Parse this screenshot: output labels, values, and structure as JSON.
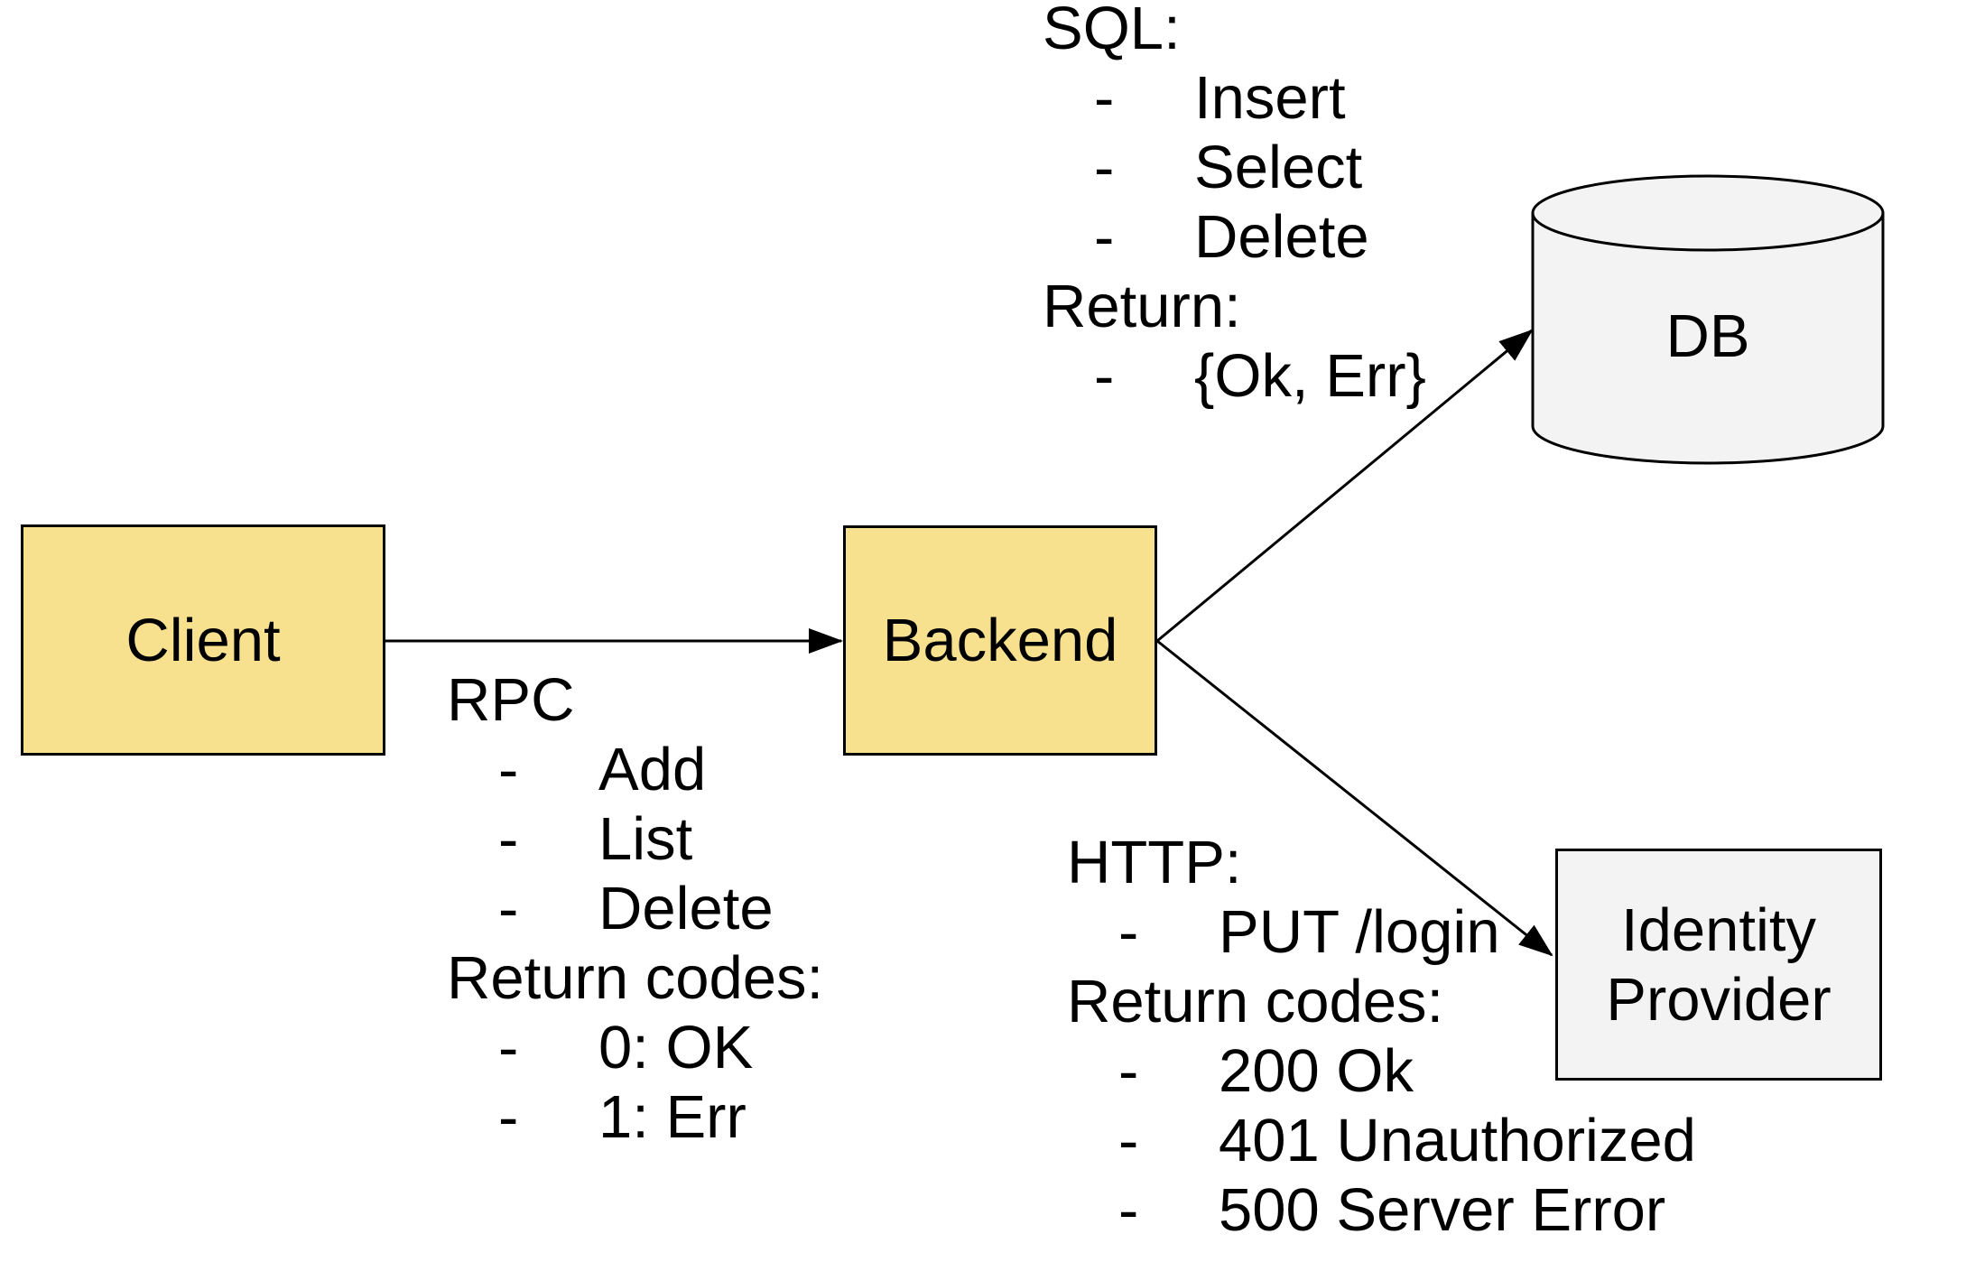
{
  "colors": {
    "background": "#ffffff",
    "node_yellow": "#F7E08E",
    "node_gray": "#F3F3F3",
    "stroke": "#000000",
    "text": "#000000"
  },
  "bullet_glyph": "-",
  "nodes": {
    "client": {
      "label": "Client",
      "shape": "rect",
      "fill": "yellow"
    },
    "backend": {
      "label": "Backend",
      "shape": "rect",
      "fill": "yellow"
    },
    "db": {
      "label": "DB",
      "shape": "cylinder",
      "fill": "gray"
    },
    "identity_provider": {
      "label": "Identity Provider",
      "shape": "rect",
      "fill": "gray"
    }
  },
  "edges": [
    {
      "from": "client",
      "to": "backend",
      "annotation": "rpc"
    },
    {
      "from": "backend",
      "to": "db",
      "annotation": "sql"
    },
    {
      "from": "backend",
      "to": "identity_provider",
      "annotation": "http"
    }
  ],
  "annotations": {
    "rpc": {
      "lines": [
        {
          "bullet": false,
          "text": "RPC"
        },
        {
          "bullet": true,
          "text": "Add"
        },
        {
          "bullet": true,
          "text": "List"
        },
        {
          "bullet": true,
          "text": "Delete"
        },
        {
          "bullet": false,
          "text": "Return codes:"
        },
        {
          "bullet": true,
          "text": "0: OK"
        },
        {
          "bullet": true,
          "text": "1: Err"
        }
      ]
    },
    "sql": {
      "lines": [
        {
          "bullet": false,
          "text": "SQL:"
        },
        {
          "bullet": true,
          "text": "Insert"
        },
        {
          "bullet": true,
          "text": "Select"
        },
        {
          "bullet": true,
          "text": "Delete"
        },
        {
          "bullet": false,
          "text": "Return:"
        },
        {
          "bullet": true,
          "text": "{Ok, Err}"
        }
      ]
    },
    "http": {
      "lines": [
        {
          "bullet": false,
          "text": "HTTP:"
        },
        {
          "bullet": true,
          "text": "PUT /login"
        },
        {
          "bullet": false,
          "text": "Return codes:"
        },
        {
          "bullet": true,
          "text": "200 Ok"
        },
        {
          "bullet": true,
          "text": "401 Unauthorized"
        },
        {
          "bullet": true,
          "text": "500 Server Error"
        }
      ]
    }
  }
}
